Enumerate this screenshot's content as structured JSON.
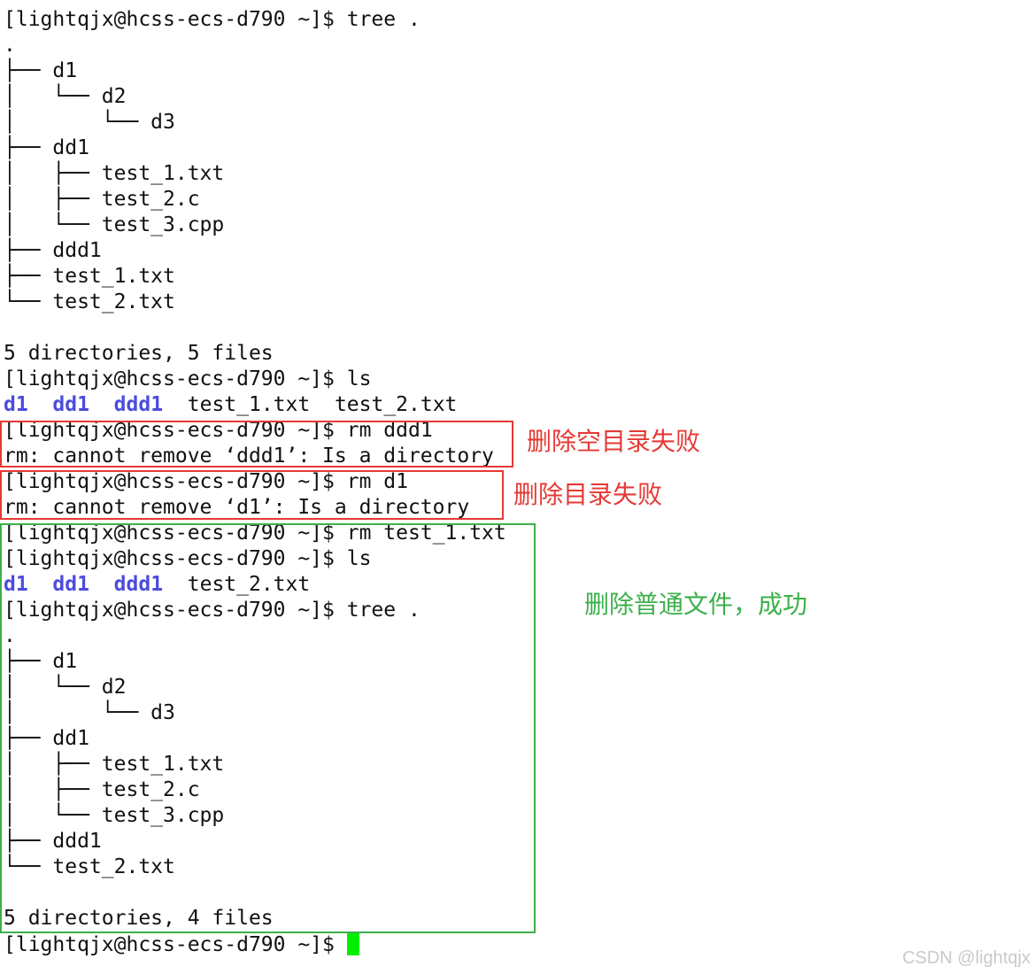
{
  "terminal": {
    "lines": [
      {
        "kind": "prompt",
        "prompt": "[lightqjx@hcss-ecs-d790 ~]$ ",
        "command": "tree ."
      },
      {
        "kind": "text",
        "text": "."
      },
      {
        "kind": "text",
        "text": "├── d1"
      },
      {
        "kind": "text",
        "text": "│   └── d2"
      },
      {
        "kind": "text",
        "text": "│       └── d3"
      },
      {
        "kind": "text",
        "text": "├── dd1"
      },
      {
        "kind": "text",
        "text": "│   ├── test_1.txt"
      },
      {
        "kind": "text",
        "text": "│   ├── test_2.c"
      },
      {
        "kind": "text",
        "text": "│   └── test_3.cpp"
      },
      {
        "kind": "text",
        "text": "├── ddd1"
      },
      {
        "kind": "text",
        "text": "├── test_1.txt"
      },
      {
        "kind": "text",
        "text": "└── test_2.txt"
      },
      {
        "kind": "text",
        "text": ""
      },
      {
        "kind": "text",
        "text": "5 directories, 5 files"
      },
      {
        "kind": "prompt",
        "prompt": "[lightqjx@hcss-ecs-d790 ~]$ ",
        "command": "ls"
      },
      {
        "kind": "ls",
        "items": [
          {
            "name": "d1",
            "dir": true
          },
          {
            "name": "dd1",
            "dir": true
          },
          {
            "name": "ddd1",
            "dir": true
          },
          {
            "name": "test_1.txt",
            "dir": false
          },
          {
            "name": "test_2.txt",
            "dir": false
          }
        ]
      },
      {
        "kind": "prompt",
        "prompt": "[lightqjx@hcss-ecs-d790 ~]$ ",
        "command": "rm ddd1"
      },
      {
        "kind": "text",
        "text": "rm: cannot remove ‘ddd1’: Is a directory"
      },
      {
        "kind": "prompt",
        "prompt": "[lightqjx@hcss-ecs-d790 ~]$ ",
        "command": "rm d1"
      },
      {
        "kind": "text",
        "text": "rm: cannot remove ‘d1’: Is a directory"
      },
      {
        "kind": "prompt",
        "prompt": "[lightqjx@hcss-ecs-d790 ~]$ ",
        "command": "rm test_1.txt"
      },
      {
        "kind": "prompt",
        "prompt": "[lightqjx@hcss-ecs-d790 ~]$ ",
        "command": "ls"
      },
      {
        "kind": "ls",
        "items": [
          {
            "name": "d1",
            "dir": true
          },
          {
            "name": "dd1",
            "dir": true
          },
          {
            "name": "ddd1",
            "dir": true
          },
          {
            "name": "test_2.txt",
            "dir": false
          }
        ]
      },
      {
        "kind": "prompt",
        "prompt": "[lightqjx@hcss-ecs-d790 ~]$ ",
        "command": "tree ."
      },
      {
        "kind": "text",
        "text": "."
      },
      {
        "kind": "text",
        "text": "├── d1"
      },
      {
        "kind": "text",
        "text": "│   └── d2"
      },
      {
        "kind": "text",
        "text": "│       └── d3"
      },
      {
        "kind": "text",
        "text": "├── dd1"
      },
      {
        "kind": "text",
        "text": "│   ├── test_1.txt"
      },
      {
        "kind": "text",
        "text": "│   ├── test_2.c"
      },
      {
        "kind": "text",
        "text": "│   └── test_3.cpp"
      },
      {
        "kind": "text",
        "text": "├── ddd1"
      },
      {
        "kind": "text",
        "text": "└── test_2.txt"
      },
      {
        "kind": "text",
        "text": ""
      },
      {
        "kind": "text",
        "text": "5 directories, 4 files"
      },
      {
        "kind": "cursor",
        "prompt": "[lightqjx@hcss-ecs-d790 ~]$ "
      }
    ]
  },
  "annotations": {
    "note_rm_empty_dir": "删除空目录失败",
    "note_rm_dir": "删除目录失败",
    "note_rm_file": "删除普通文件，成功"
  },
  "colors": {
    "directory": "#4c4cdd",
    "cursor": "#00ee00",
    "annotation_fail": "#e53935",
    "annotation_success": "#3cb04a"
  },
  "watermark": "CSDN @lightqjx"
}
